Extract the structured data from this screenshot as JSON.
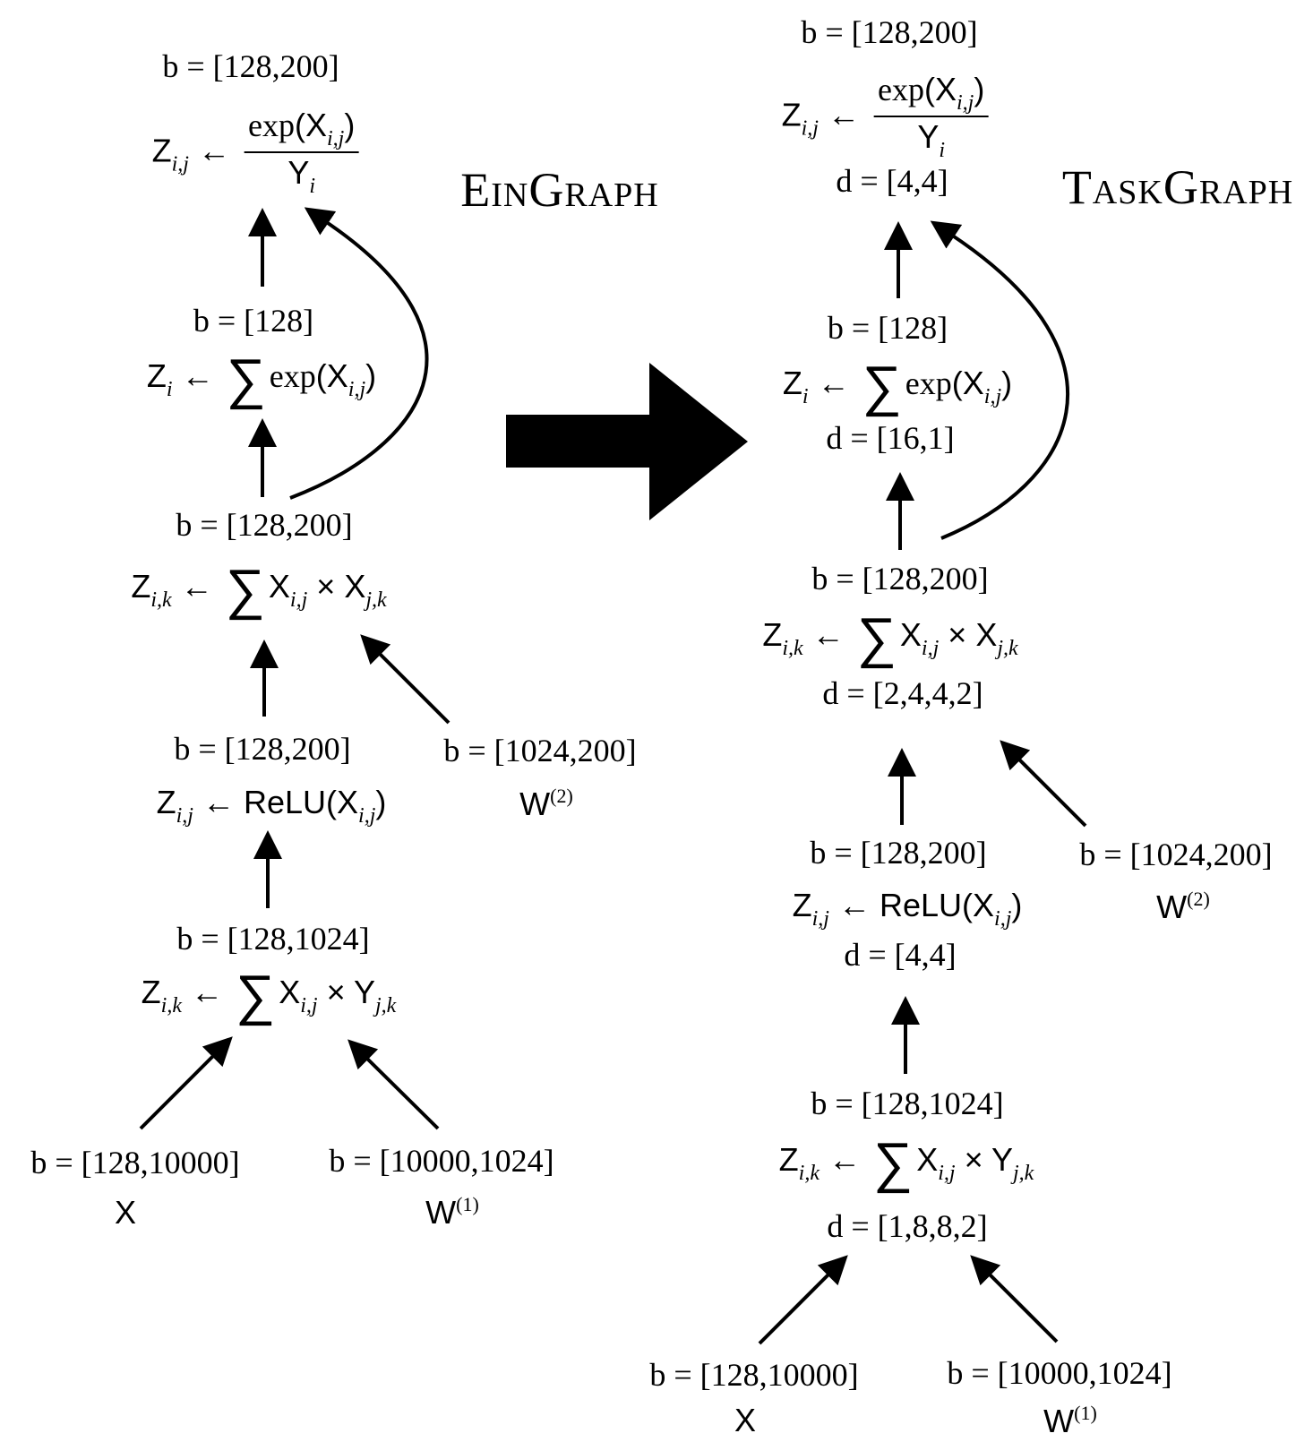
{
  "titles": {
    "left": "EinGraph",
    "right": "TaskGraph"
  },
  "colors": {
    "ink": "#000000",
    "background": "#ffffff"
  },
  "labels": {
    "b_128_200": "b = [128,200]",
    "b_128": "b = [128]",
    "b_128_1024": "b = [128,1024]",
    "b_1024_200": "b = [1024,200]",
    "b_128_10000": "b = [128,10000]",
    "b_10000_1024": "b = [10000,1024]",
    "d_4_4": "d = [4,4]",
    "d_16_1": "d = [16,1]",
    "d_2_4_4_2": "d = [2,4,4,2]",
    "d_1_8_8_2": "d = [1,8,8,2]"
  },
  "symbols": {
    "Z": "Z",
    "X": "X",
    "Y": "Y",
    "W": "W",
    "arrow": "←",
    "times": "×",
    "sum": "∑",
    "exp": "exp",
    "relu": "ReLU",
    "lparen": "(",
    "rparen": ")",
    "sub_ij": "i,j",
    "sub_ik": "i,k",
    "sub_i": "i",
    "sub_jk": "j,k",
    "sup_1": "(1)",
    "sup_2": "(2)"
  }
}
